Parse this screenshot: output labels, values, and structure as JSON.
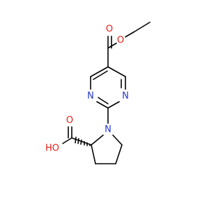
{
  "molecule": {
    "colors": {
      "bond": "#000000",
      "oxygen": "#e8221b",
      "nitrogen": "#1f35c9"
    },
    "atoms": [
      {
        "id": "O_carbonyl_ester",
        "element": "O",
        "label": "O"
      },
      {
        "id": "O_ether_ester",
        "element": "O",
        "label": "O"
      },
      {
        "id": "N_ring_left",
        "element": "N",
        "label": "N"
      },
      {
        "id": "N_ring_right",
        "element": "N",
        "label": "N"
      },
      {
        "id": "N_pyrrolidine",
        "element": "N",
        "label": "N"
      },
      {
        "id": "O_carbonyl_acid",
        "element": "O",
        "label": "O"
      },
      {
        "id": "O_hydroxyl",
        "element": "O",
        "label": "HO"
      }
    ]
  }
}
